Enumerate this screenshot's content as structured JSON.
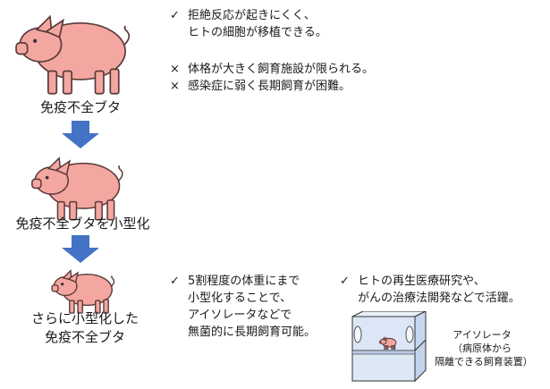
{
  "colors": {
    "pig_fill": "#f4a6a0",
    "pig_outline": "#5a3a3a",
    "arrow_fill": "#4472c4",
    "isolator_fill": "#d6e4f5",
    "isolator_outline": "#333333"
  },
  "stages": [
    {
      "label_lines": [
        "免疫不全ブタ"
      ]
    },
    {
      "label_lines": [
        "免疫不全ブタを小型化"
      ]
    },
    {
      "label_lines": [
        "さらに小型化した",
        "免疫不全ブタ"
      ]
    }
  ],
  "notes_top": [
    {
      "mark": "✓",
      "lines": [
        "拒絶反応が起きにくく、",
        "ヒトの細胞が移植できる。"
      ]
    },
    {
      "mark": "×",
      "lines": [
        "体格が大きく飼育施設が限られる。"
      ]
    },
    {
      "mark": "×",
      "lines": [
        "感染症に弱く長期飼育が困難。"
      ]
    }
  ],
  "notes_bottom_left": {
    "mark": "✓",
    "lines": [
      "5割程度の体重にまで",
      "小型化することで、",
      "アイソレータなどで",
      "無菌的に長期飼育可能。"
    ]
  },
  "notes_bottom_right": {
    "mark": "✓",
    "lines": [
      "ヒトの再生医療研究や、",
      "がんの治療法開発などで活躍。"
    ]
  },
  "isolator": {
    "title": "アイソレータ",
    "caption_lines": [
      "（病原体から",
      "隔離できる飼育装置）"
    ]
  }
}
